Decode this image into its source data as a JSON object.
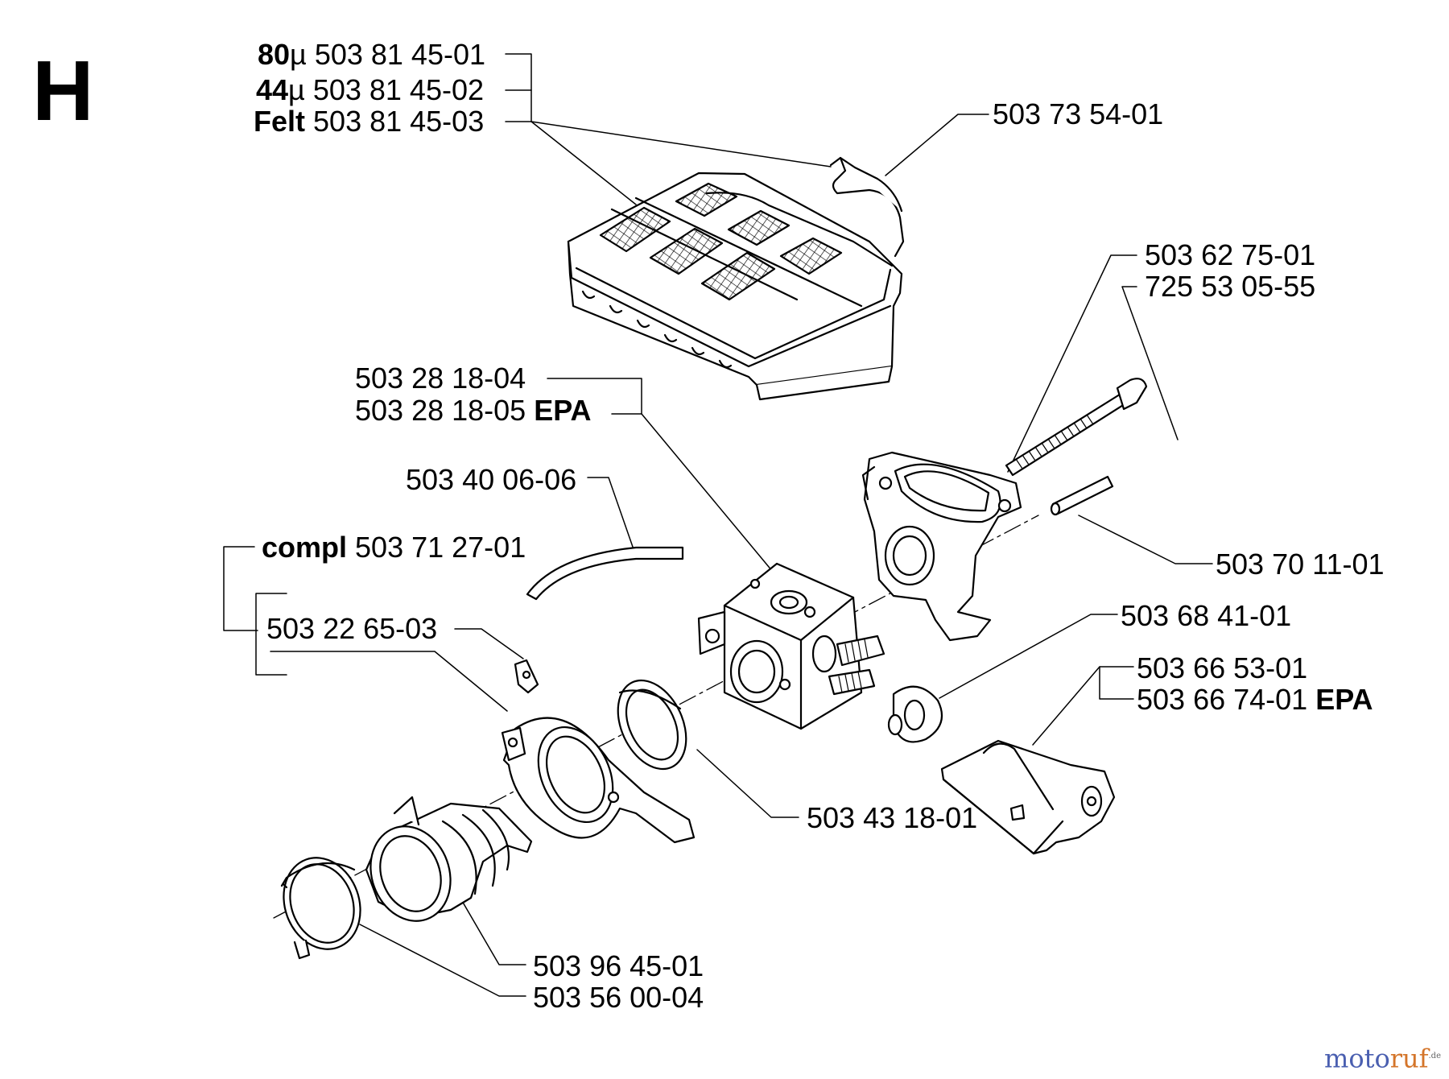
{
  "section_letter": "H",
  "watermark": {
    "part1": "moto",
    "part2": "ruf",
    "suffix": ".de"
  },
  "colors": {
    "ink": "#000000",
    "part_fill": "#ffffff",
    "watermark_blue": "#4a5fb0",
    "watermark_orange": "#d4752a"
  },
  "labels": {
    "filter_80_prefix": "80",
    "filter_80_unit": "µ",
    "filter_80_num": "503 81 45-01",
    "filter_44_prefix": "44",
    "filter_44_unit": "µ",
    "filter_44_num": "503 81 45-02",
    "filter_felt_prefix": "Felt",
    "filter_felt_num": "503 81 45-03",
    "clip": "503 73 54-01",
    "stud": "503 62 75-01",
    "screw": "725 53 05-55",
    "carb_1": "503 28 18-04",
    "carb_2": "503 28 18-05",
    "carb_2_suffix": "EPA",
    "hose": "503 40 06-06",
    "compl_prefix": "compl",
    "compl_num": "503 71 27-01",
    "flange": "503 22 65-03",
    "pin": "503 70 11-01",
    "bushing": "503 68 41-01",
    "lever_1": "503 66 53-01",
    "lever_2": "503 66 74-01",
    "lever_2_suffix": "EPA",
    "gasket": "503 43 18-01",
    "intake": "503 96 45-01",
    "clamp": "503 56 00-04"
  }
}
